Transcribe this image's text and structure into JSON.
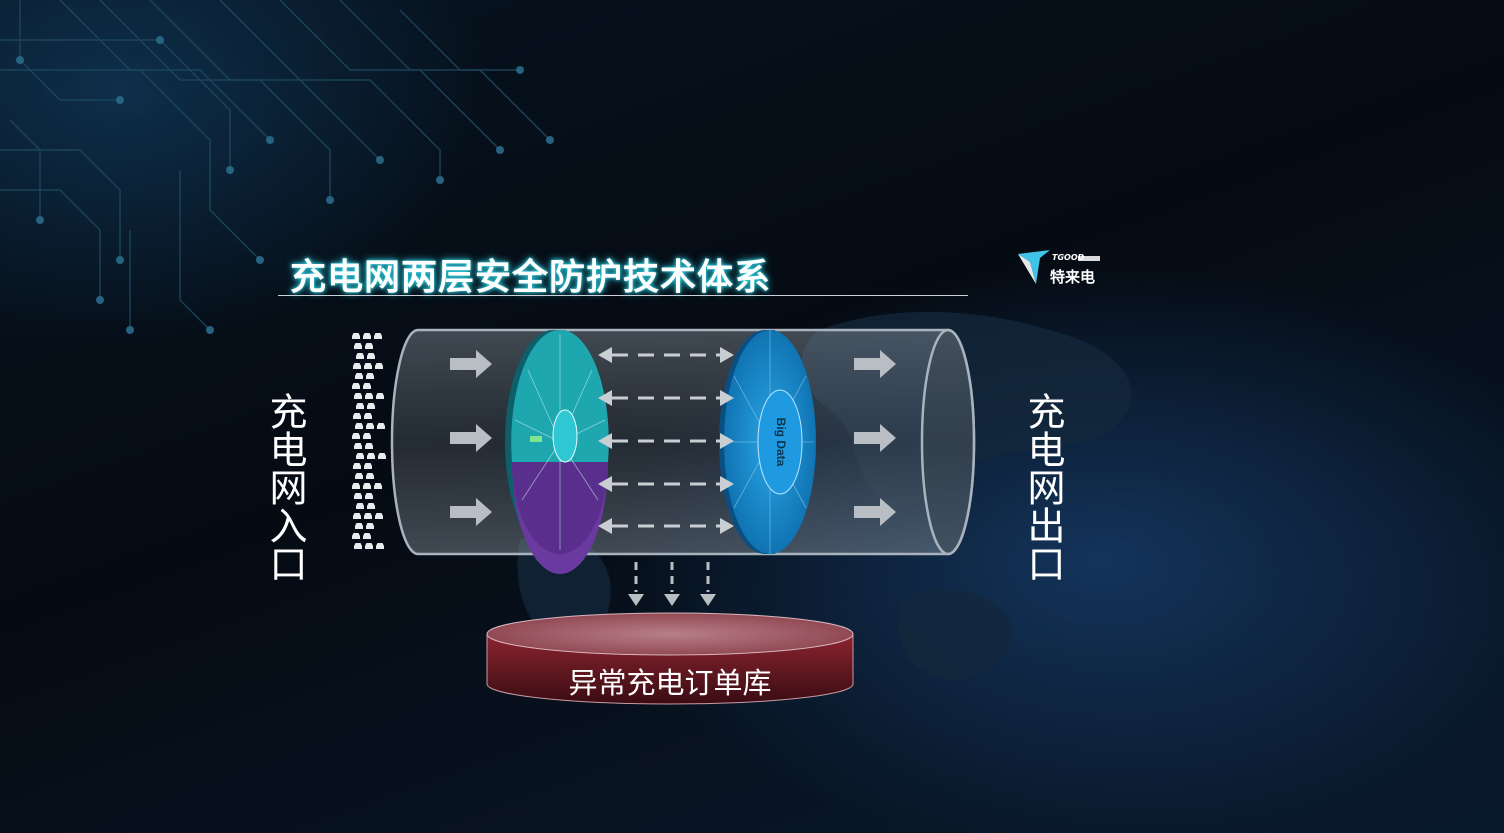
{
  "title": "充电网两层安全防护技术体系",
  "logo": {
    "brand_en": "TGOOD",
    "brand_cn": "特来电",
    "icon": "tgood-logo-icon"
  },
  "entry_label": "充电网入口",
  "exit_label": "充电网出口",
  "database_label": "异常充电订单库",
  "inner_disc_label": "Big Data",
  "colors": {
    "title_glow": "#2fd6e8",
    "pipe": "#a8b3bd",
    "disc_teal": "#1fa7b0",
    "disc_purple": "#6b3aa0",
    "disc_blue": "#1c8ad0",
    "database": "#7a1c26",
    "arrow": "#b8bec4"
  }
}
